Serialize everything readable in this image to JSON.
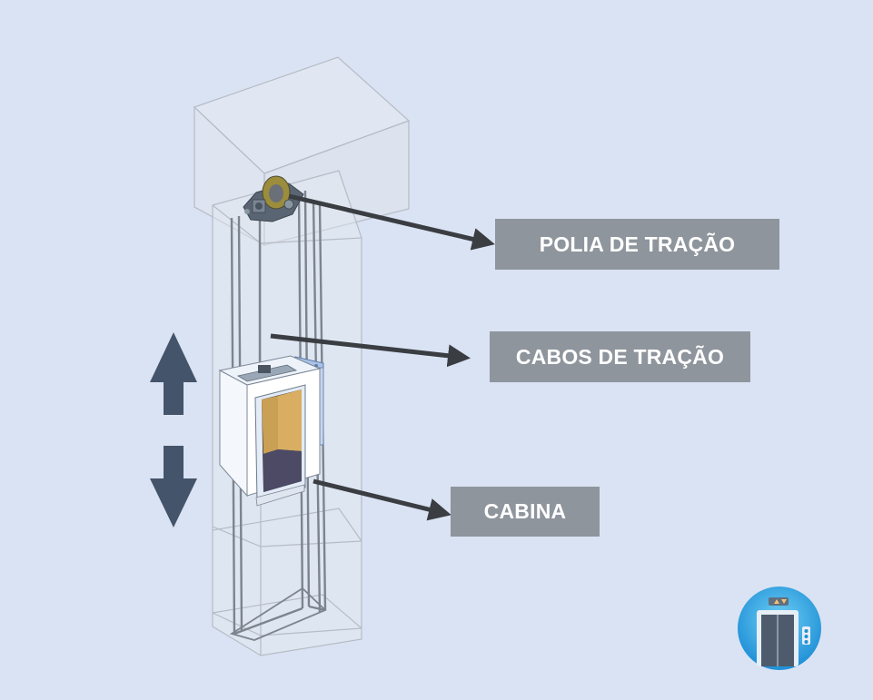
{
  "labels": {
    "polia": "POLIA DE TRAÇÃO",
    "cabos": "CABOS DE TRAÇÃO",
    "cabina": "CABINA"
  },
  "icons": {
    "arrow_up": "arrow-up-icon",
    "arrow_down": "arrow-down-icon",
    "elevator_badge": "elevator-icon"
  },
  "colors": {
    "background": "#dae3f3",
    "label_bg": "#8f959d",
    "label_text": "#ffffff",
    "leader_arrow": "#3a3d42",
    "motion_arrow": "#44546a",
    "cabin_interior": "#d9ae62"
  }
}
